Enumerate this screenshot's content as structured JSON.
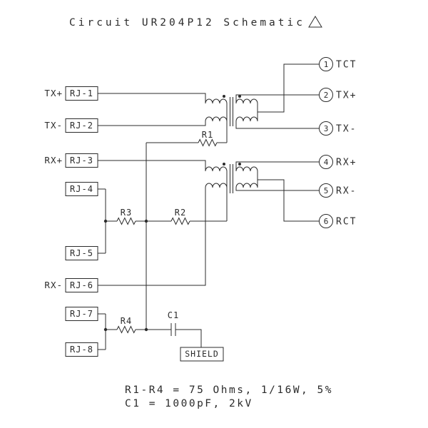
{
  "title": {
    "text": "Circuit UR204P12 Schematic"
  },
  "rj_ports": [
    {
      "id": "RJ-1",
      "signal": "TX+"
    },
    {
      "id": "RJ-2",
      "signal": "TX-"
    },
    {
      "id": "RJ-3",
      "signal": "RX+"
    },
    {
      "id": "RJ-4"
    },
    {
      "id": "RJ-5"
    },
    {
      "id": "RJ-6",
      "signal": "RX-"
    },
    {
      "id": "RJ-7"
    },
    {
      "id": "RJ-8"
    }
  ],
  "pins": [
    {
      "number": "1",
      "label": "TCT"
    },
    {
      "number": "2",
      "label": "TX+"
    },
    {
      "number": "3",
      "label": "TX-"
    },
    {
      "number": "4",
      "label": "RX+"
    },
    {
      "number": "5",
      "label": "RX-"
    },
    {
      "number": "6",
      "label": "RCT"
    }
  ],
  "components": {
    "r1": "R1",
    "r2": "R2",
    "r3": "R3",
    "r4": "R4",
    "c1": "C1",
    "shield": "SHIELD"
  },
  "notes": {
    "line1": "R1-R4 = 75 Ohms, 1/16W, 5%",
    "line2": "C1 = 1000pF, 2kV"
  },
  "colors": {
    "line": "#2b2b2b",
    "background": "#ffffff"
  }
}
